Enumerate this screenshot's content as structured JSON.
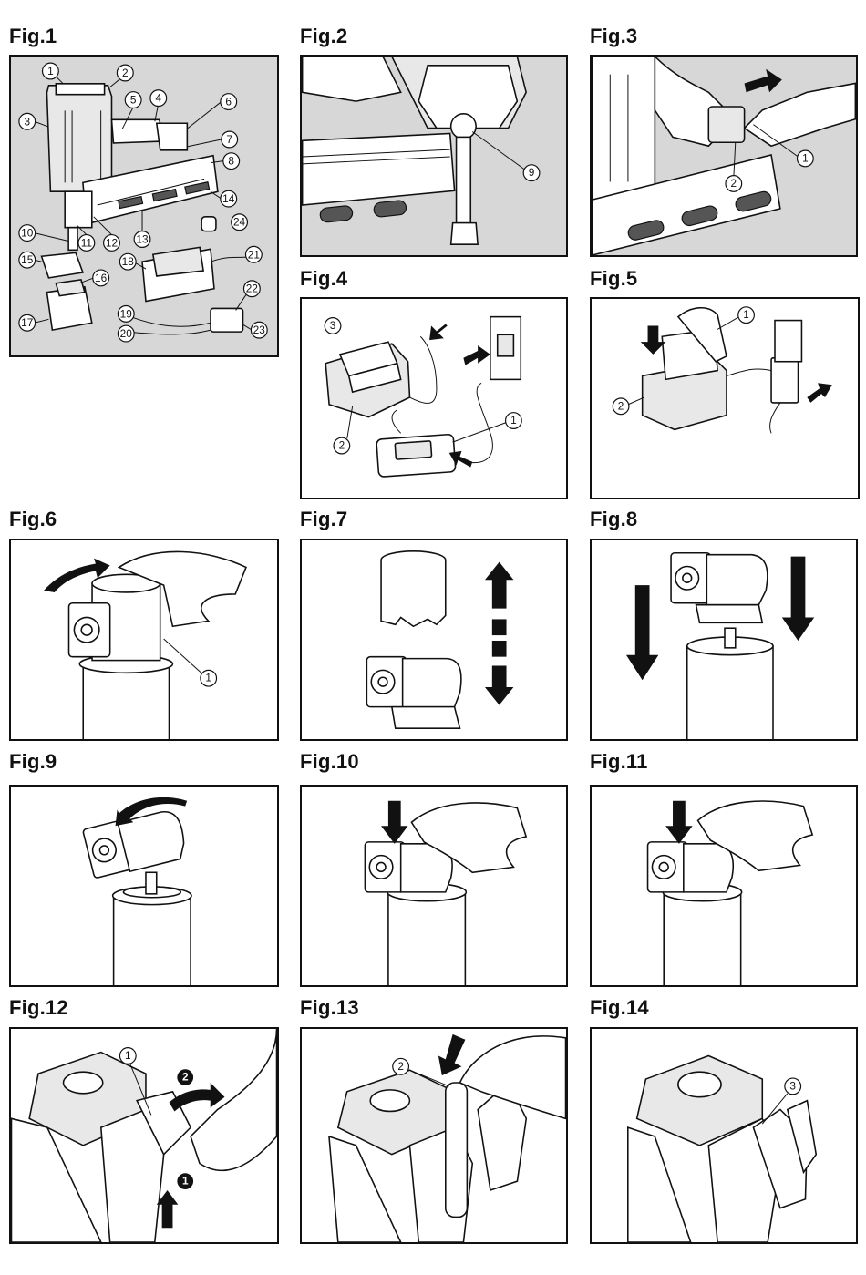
{
  "figures": [
    {
      "id": "fig1",
      "title": "Fig.1",
      "callouts": [
        "1",
        "2",
        "3",
        "4",
        "5",
        "6",
        "7",
        "8",
        "10",
        "11",
        "12",
        "13",
        "14",
        "15",
        "16",
        "17",
        "18",
        "19",
        "20",
        "21",
        "22",
        "23",
        "24"
      ]
    },
    {
      "id": "fig2",
      "title": "Fig.2",
      "callouts": [
        "9"
      ]
    },
    {
      "id": "fig3",
      "title": "Fig.3",
      "callouts": [
        "1",
        "2"
      ]
    },
    {
      "id": "fig4",
      "title": "Fig.4",
      "callouts": [
        "3",
        "2",
        "1"
      ]
    },
    {
      "id": "fig5",
      "title": "Fig.5",
      "callouts": [
        "1",
        "2"
      ]
    },
    {
      "id": "fig6",
      "title": "Fig.6",
      "callouts": [
        "1"
      ]
    },
    {
      "id": "fig7",
      "title": "Fig.7",
      "callouts": []
    },
    {
      "id": "fig8",
      "title": "Fig.8",
      "callouts": []
    },
    {
      "id": "fig9",
      "title": "Fig.9",
      "callouts": []
    },
    {
      "id": "fig10",
      "title": "Fig.10",
      "callouts": []
    },
    {
      "id": "fig11",
      "title": "Fig.11",
      "callouts": []
    },
    {
      "id": "fig12",
      "title": "Fig.12",
      "callouts": [
        "1"
      ],
      "steps": [
        "2",
        "1"
      ]
    },
    {
      "id": "fig13",
      "title": "Fig.13",
      "callouts": [
        "2"
      ]
    },
    {
      "id": "fig14",
      "title": "Fig.14",
      "callouts": [
        "3"
      ]
    }
  ]
}
